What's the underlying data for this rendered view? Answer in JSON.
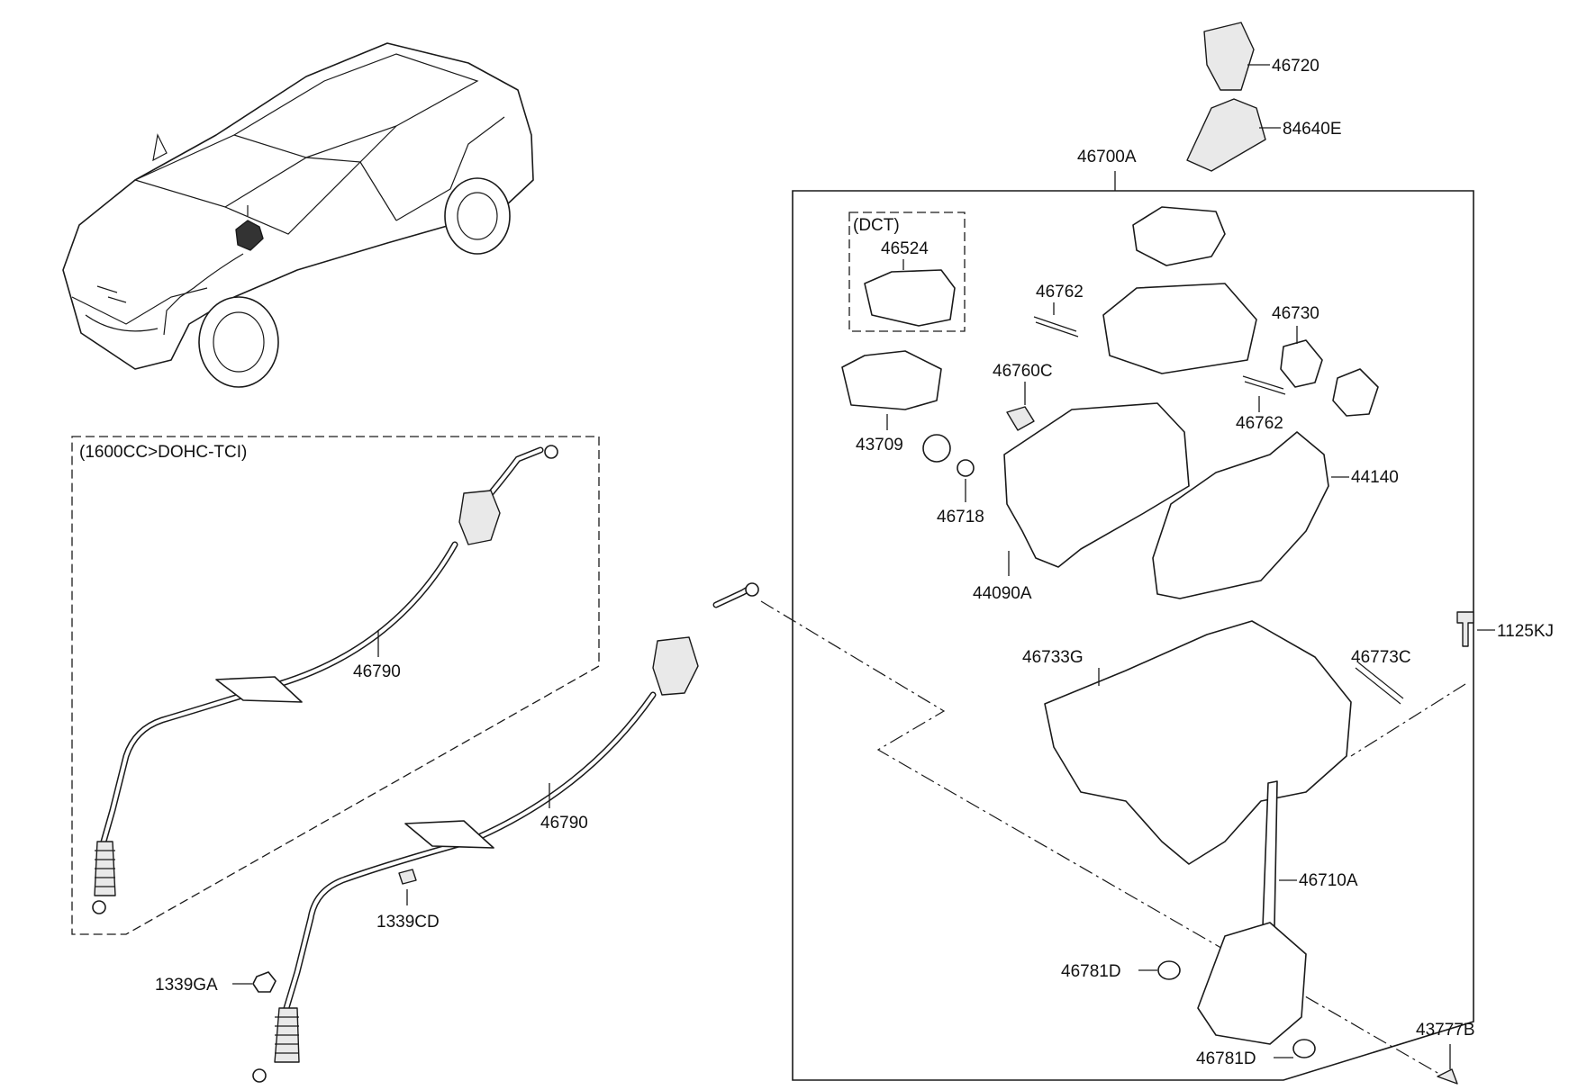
{
  "diagram": {
    "variant_labels": {
      "dct": "(DCT)",
      "engine": "(1600CC>DOHC-TCI)"
    },
    "parts": {
      "knob": "46720",
      "boot": "84640E",
      "shift_lever_assembly": "46700A",
      "dct_unit": "46524",
      "pin_upper": "46762",
      "bracket": "46730",
      "switch": "46760C",
      "pin_lower": "46762",
      "solenoid": "43709",
      "housing": "44140",
      "bushing": "46718",
      "housing_base": "44090A",
      "bolt": "1125KJ",
      "base_bracket": "46733G",
      "spring_pin": "46773C",
      "cable_top": "46790",
      "cable_bottom": "46790",
      "lever": "46710A",
      "bushing_upper": "46781D",
      "bushing_lower": "46781D",
      "clip": "1339CD",
      "nut": "1339GA",
      "pin": "43777B"
    }
  }
}
